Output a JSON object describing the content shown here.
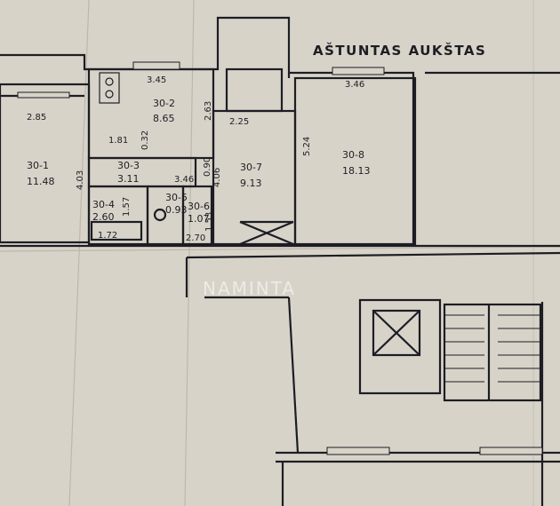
{
  "title": "AŠTUNTAS AUKŠTAS",
  "watermark": "NAMINTA",
  "rooms": [
    {
      "id": "30-1",
      "area": "11.48"
    },
    {
      "id": "30-2",
      "area": "8.65"
    },
    {
      "id": "30-3",
      "area": "3.11"
    },
    {
      "id": "30-4",
      "area": "2.60"
    },
    {
      "id": "30-5",
      "area": "0.93"
    },
    {
      "id": "30-6",
      "area": "1.07"
    },
    {
      "id": "30-7",
      "area": "9.13"
    },
    {
      "id": "30-8",
      "area": "18.13"
    }
  ],
  "dimensions": [
    "3.45",
    "2.85",
    "2.63",
    "2.25",
    "3.46",
    "5.24",
    "1.81",
    "0.32",
    "4.03",
    "3.46",
    "0.90",
    "4.06",
    "1.57",
    "1.53",
    "2.70",
    "1.72"
  ],
  "colors": {
    "paper": "#d8d3c9",
    "ink": "#1d1d24",
    "fold": "#bdb7ab"
  }
}
